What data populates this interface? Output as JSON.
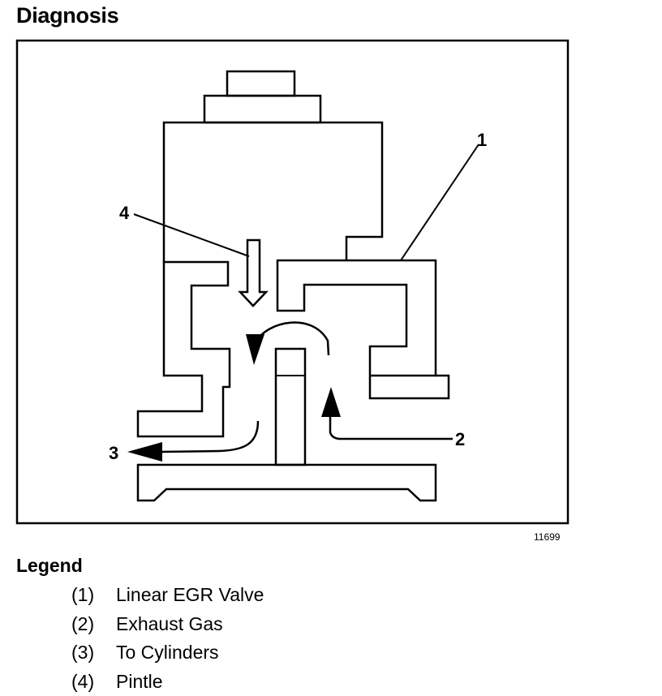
{
  "title": "Diagnosis",
  "figure": {
    "figure_id": "11699",
    "callouts": [
      "1",
      "2",
      "3",
      "4"
    ]
  },
  "legend": {
    "heading": "Legend",
    "items": [
      {
        "num": "(1)",
        "label": "Linear EGR Valve"
      },
      {
        "num": "(2)",
        "label": "Exhaust Gas"
      },
      {
        "num": "(3)",
        "label": "To Cylinders"
      },
      {
        "num": "(4)",
        "label": "Pintle"
      }
    ]
  }
}
